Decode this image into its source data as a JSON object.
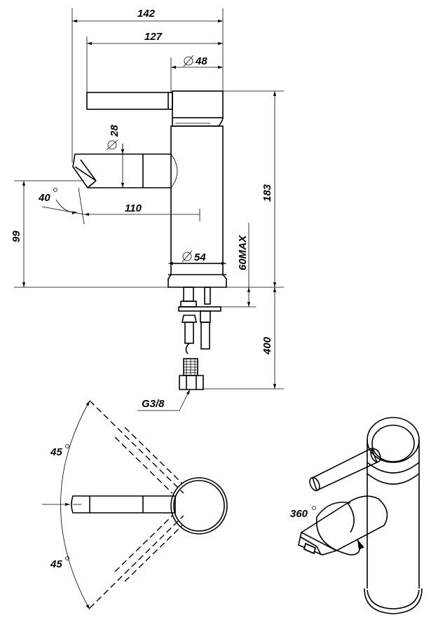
{
  "dimensions": {
    "overall_width": "142",
    "spout_reach": "127",
    "body_top_diameter": "48",
    "spout_diameter": "28",
    "spout_angle": "40",
    "spout_to_axis": "110",
    "spout_height": "99",
    "body_base_diameter": "54",
    "max_counter_thickness": "60MAX",
    "total_height": "183",
    "hose_length": "400",
    "connection_thread": "G3/8"
  },
  "top_view": {
    "swing_left_upper": "45",
    "swing_left_lower": "45"
  },
  "iso_view": {
    "rotation": "360"
  }
}
